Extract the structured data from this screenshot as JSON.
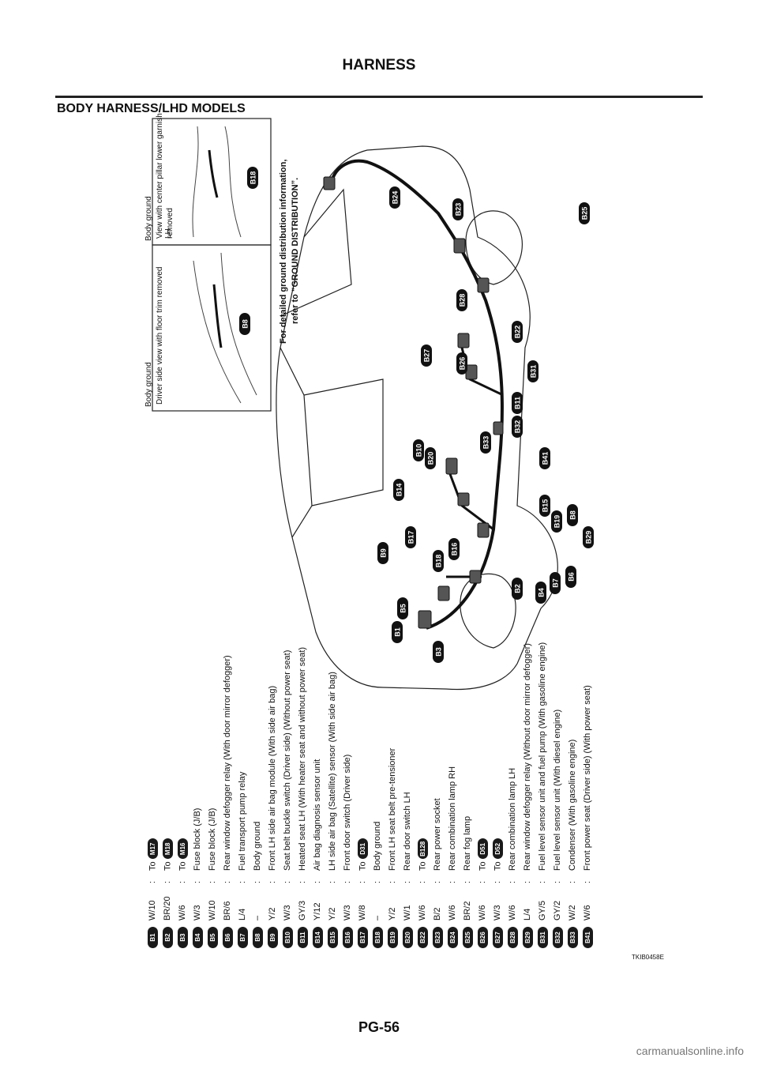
{
  "header": {
    "title": "HARNESS",
    "section_title": "BODY HARNESS/LHD MODELS"
  },
  "figure_id": "TKIB0458E",
  "footer": {
    "page": "PG-56",
    "watermark": "carmanualsonline.info"
  },
  "insets": {
    "left_heading": "Body ground",
    "left_caption": "Driver side view with floor trim removed",
    "right_heading": "Body ground",
    "right_caption_line1": "View with center pillar lower garnish LH",
    "right_caption_line2": "removed"
  },
  "ground_note": {
    "line1": "For detailed ground distribution information,",
    "line2": "refer to “GROUND DISTRIBUTION”."
  },
  "legend": [
    {
      "code": "B1",
      "color": "W/10",
      "to": "M17",
      "desc": ""
    },
    {
      "code": "B2",
      "color": "BR/20",
      "to": "M18",
      "desc": ""
    },
    {
      "code": "B3",
      "color": "W/6",
      "to": "M16",
      "desc": ""
    },
    {
      "code": "B4",
      "color": "W/3",
      "to": "",
      "desc": "Fuse block (J/B)"
    },
    {
      "code": "B5",
      "color": "W/10",
      "to": "",
      "desc": "Fuse block (J/B)"
    },
    {
      "code": "B6",
      "color": "BR/6",
      "to": "",
      "desc": "Rear window defogger relay (With door mirror defogger)"
    },
    {
      "code": "B7",
      "color": "L/4",
      "to": "",
      "desc": "Fuel transport pump relay"
    },
    {
      "code": "B8",
      "color": "–",
      "to": "",
      "desc": "Body ground"
    },
    {
      "code": "B9",
      "color": "Y/2",
      "to": "",
      "desc": "Front LH side air bag module (With side air bag)"
    },
    {
      "code": "B10",
      "color": "W/3",
      "to": "",
      "desc": "Seat belt buckle switch (Driver side) (Without power seat)"
    },
    {
      "code": "B11",
      "color": "GY/3",
      "to": "",
      "desc": "Heated seat LH (With heater seat and without power seat)"
    },
    {
      "code": "B14",
      "color": "Y/12",
      "to": "",
      "desc": "Air bag diagnosis sensor unit"
    },
    {
      "code": "B15",
      "color": "Y/2",
      "to": "",
      "desc": "LH side air bag (Satellite) sensor (With side air bag)"
    },
    {
      "code": "B16",
      "color": "W/3",
      "to": "",
      "desc": "Front door switch (Driver side)"
    },
    {
      "code": "B17",
      "color": "W/8",
      "to": "D31",
      "desc": ""
    },
    {
      "code": "B18",
      "color": "–",
      "to": "",
      "desc": "Body ground"
    },
    {
      "code": "B19",
      "color": "Y/2",
      "to": "",
      "desc": "Front LH seat belt pre-tensioner"
    },
    {
      "code": "B20",
      "color": "W/1",
      "to": "",
      "desc": "Rear door switch LH"
    },
    {
      "code": "B22",
      "color": "W/6",
      "to": "B128",
      "desc": ""
    },
    {
      "code": "B23",
      "color": "B/2",
      "to": "",
      "desc": "Rear power socket"
    },
    {
      "code": "B24",
      "color": "W/6",
      "to": "",
      "desc": "Rear combination lamp RH"
    },
    {
      "code": "B25",
      "color": "BR/2",
      "to": "",
      "desc": "Rear fog lamp"
    },
    {
      "code": "B26",
      "color": "W/6",
      "to": "D51",
      "desc": ""
    },
    {
      "code": "B27",
      "color": "W/3",
      "to": "D52",
      "desc": ""
    },
    {
      "code": "B28",
      "color": "W/6",
      "to": "",
      "desc": "Rear combination lamp LH"
    },
    {
      "code": "B29",
      "color": "L/4",
      "to": "",
      "desc": "Rear window defogger relay (Without door mirror defogger)"
    },
    {
      "code": "B31",
      "color": "GY/5",
      "to": "",
      "desc": "Fuel level sensor unit and fuel pump (With gasoline engine)"
    },
    {
      "code": "B32",
      "color": "GY/2",
      "to": "",
      "desc": "Fuel level sensor unit (With diesel engine)"
    },
    {
      "code": "B33",
      "color": "W/2",
      "to": "",
      "desc": "Condenser (With gasoline engine)"
    },
    {
      "code": "B41",
      "color": "W/6",
      "to": "",
      "desc": "Front power seat (Driver side) (With power seat)"
    }
  ],
  "to_label": "To",
  "callouts": [
    "B1",
    "B2",
    "B3",
    "B4",
    "B5",
    "B6",
    "B7",
    "B8",
    "B9",
    "B10",
    "B11",
    "B14",
    "B15",
    "B16",
    "B17",
    "B18",
    "B19",
    "B20",
    "B22",
    "B23",
    "B24",
    "B25",
    "B26",
    "B27",
    "B28",
    "B29",
    "B31",
    "B32",
    "B33",
    "B41"
  ],
  "inset_callouts": {
    "left": "B8",
    "right": "B18"
  }
}
